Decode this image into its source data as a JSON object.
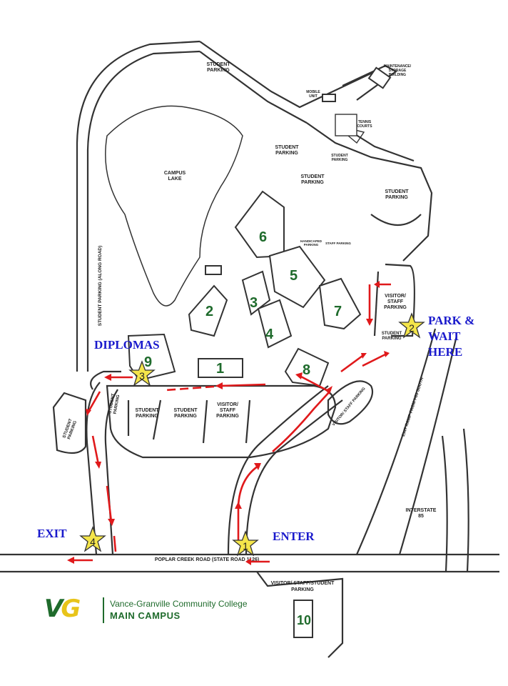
{
  "map": {
    "labels": {
      "student_parking_top": [
        "STUDENT",
        "PARKING"
      ],
      "maintenance": [
        "MAINTENANCE/",
        "STORAGE",
        "BUILDING"
      ],
      "mobile_unit": [
        "MOBILE",
        "UNIT"
      ],
      "tennis": [
        "TENNIS",
        "COURTS"
      ],
      "student_parking_mid": [
        "STUDENT",
        "PARKING"
      ],
      "student_parking_small": [
        "STUDENT",
        "PARKING"
      ],
      "student_parking_center": [
        "STUDENT",
        "PARKING"
      ],
      "student_parking_right": [
        "STUDENT",
        "PARKING"
      ],
      "campus_lake": [
        "CAMPUS",
        "LAKE"
      ],
      "handicaped": [
        "HANDICAPED",
        "PARKING"
      ],
      "staff_parking": "STAFF PARKING",
      "visitor_staff_right": [
        "VISITOR/",
        "STAFF",
        "PARKING"
      ],
      "student_parking_right_low": [
        "STUDENT",
        "PARKING"
      ],
      "along_road": "STUDENT PARKING (ALONG ROAD)",
      "student_parking_left": [
        "STUDENT",
        "PARKING"
      ],
      "student_parking_lot_a": [
        "STUDENT",
        "PARKING"
      ],
      "student_parking_lot_b": [
        "STUDENT",
        "PARKING"
      ],
      "student_parking_lot_c": [
        "STUDENT",
        "PARKING"
      ],
      "visitor_staff_lot": [
        "VISITOR/",
        "STAFF",
        "PARKING"
      ],
      "visitor_staff_island": "VISITOR/ STAFF PARKING",
      "exit_ramp": "EXIT RAMP FROM I-85 SOUTH",
      "interstate": [
        "INTERSTATE",
        "85"
      ],
      "road_name": "POPLAR CREEK ROAD (STATE ROAD 1126)",
      "bottom_lot": [
        "VISITOR/ STAFF/STUDENT",
        "PARKING"
      ]
    },
    "buildings": [
      "1",
      "2",
      "3",
      "4",
      "5",
      "6",
      "7",
      "8",
      "9",
      "10"
    ],
    "annotations": {
      "diplomas": "DIPLOMAS",
      "park_wait": [
        "PARK &",
        "WAIT",
        "HERE"
      ],
      "exit": "EXIT",
      "enter": "ENTER"
    },
    "stars": [
      "1",
      "2",
      "3",
      "4"
    ],
    "colors": {
      "route": "#e0191b",
      "star": "#f4e54a",
      "annotation": "#1a1acc",
      "building_number": "#1f6b2c",
      "brand_green": "#1f6b2c",
      "brand_yellow": "#e8c41a"
    }
  },
  "logo": {
    "mark_v": "V",
    "mark_g": "G",
    "name": "Vance-Granville Community College",
    "campus": "MAIN CAMPUS"
  }
}
